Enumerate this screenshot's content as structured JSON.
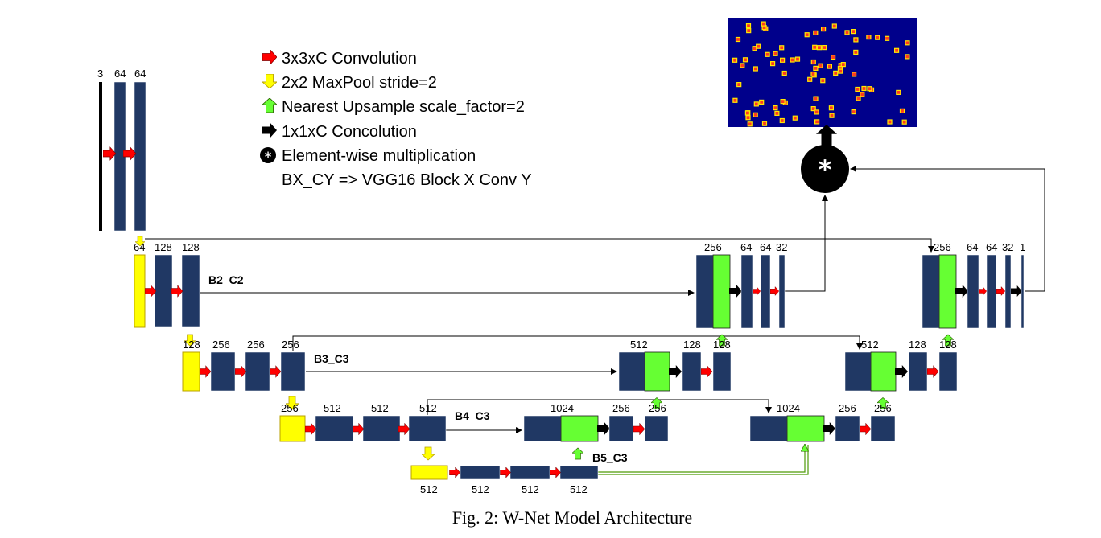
{
  "legend": {
    "convolution": "3x3xC Convolution",
    "maxpool": "2x2 MaxPool stride=2",
    "upsample": "Nearest Upsample scale_factor=2",
    "conv1x1": "1x1xC Concolution",
    "multiply": "Element-wise multiplication",
    "vgg": "BX_CY => VGG16 Block X Conv Y"
  },
  "multiply_symbol": "*",
  "block_labels": {
    "b2": "B2_C2",
    "b3": "B3_C3",
    "b4": "B4_C3",
    "b5": "B5_C3"
  },
  "channels": {
    "input": [
      "3",
      "64",
      "64"
    ],
    "row2_enc": [
      "64",
      "128",
      "128"
    ],
    "row3_enc": [
      "128",
      "256",
      "256",
      "256"
    ],
    "row4_enc": [
      "256",
      "512",
      "512",
      "512"
    ],
    "row5": [
      "512",
      "512",
      "512",
      "512"
    ],
    "dec1_row2": [
      "256",
      "64",
      "64",
      "32"
    ],
    "dec1_row3": [
      "512",
      "128",
      "128"
    ],
    "dec1_row4": [
      "1024",
      "256",
      "256"
    ],
    "dec2_row2": [
      "256",
      "64",
      "64",
      "32",
      "1"
    ],
    "dec2_row3": [
      "512",
      "128",
      "128"
    ],
    "dec2_row4": [
      "1024",
      "256",
      "256"
    ]
  },
  "colors": {
    "block": "#203864",
    "concat": "#66ff33",
    "pool": "#ffff00",
    "conv_arrow": "#ff0000",
    "heatmap_bg": "#00008b"
  },
  "caption": "Fig. 2: W-Net Model Architecture"
}
